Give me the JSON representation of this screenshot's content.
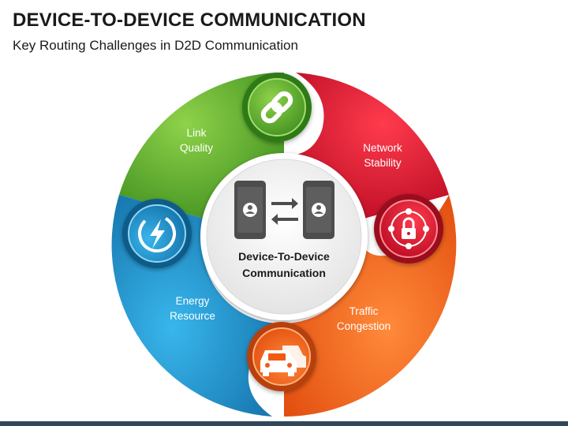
{
  "header": {
    "title": "DEVICE-TO-DEVICE COMMUNICATION",
    "subtitle": "Key Routing Challenges in D2D Communication"
  },
  "center": {
    "line1": "Device-To-Device",
    "line2": "Communication",
    "icon": "phones-exchange-icon"
  },
  "segments": [
    {
      "id": "link-quality",
      "line1": "Link",
      "line2": "Quality",
      "color": "#5aa72c",
      "icon": "chain-link-icon"
    },
    {
      "id": "network-stability",
      "line1": "Network",
      "line2": "Stability",
      "color": "#d8102c",
      "icon": "network-lock-icon"
    },
    {
      "id": "traffic-congestion",
      "line1": "Traffic",
      "line2": "Congestion",
      "color": "#f05a14",
      "icon": "cars-icon"
    },
    {
      "id": "energy-resource",
      "line1": "Energy",
      "line2": "Resource",
      "color": "#1a8fc4",
      "icon": "lightning-bolt-icon"
    }
  ],
  "colors": {
    "green": "#5aa72c",
    "red": "#d8102c",
    "orange": "#f05a14",
    "blue": "#1a8fc4",
    "footer": "#33475b"
  }
}
